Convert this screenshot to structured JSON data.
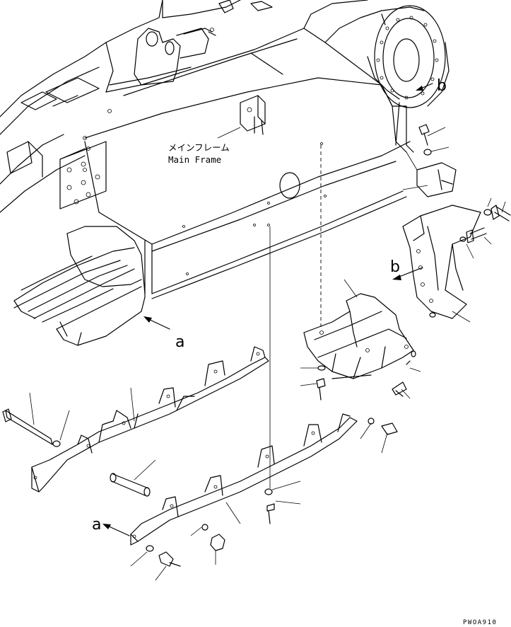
{
  "labels": {
    "main_frame_jp": "メインフレーム",
    "main_frame_en": "Main Frame",
    "ref_a_upper": "a",
    "ref_a_lower": "a",
    "ref_b_upper": "b",
    "ref_b_mid": "b",
    "drawing_code": "PWOA910"
  }
}
